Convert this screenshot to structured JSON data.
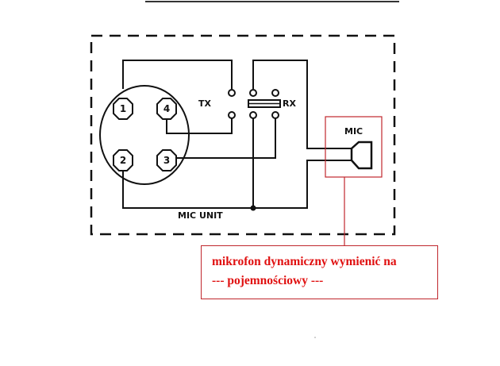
{
  "diagram": {
    "labels": {
      "tx": "TX",
      "rx": "RX",
      "mic": "MIC",
      "unit": "MIC UNIT"
    },
    "pins": [
      "1",
      "2",
      "3",
      "4"
    ]
  },
  "annotation": {
    "line1": "mikrofon dynamiczny wymienić na",
    "line2": "--- pojemnościowy ---"
  },
  "colors": {
    "annotation": "#e01010",
    "box": "#c0272d"
  }
}
